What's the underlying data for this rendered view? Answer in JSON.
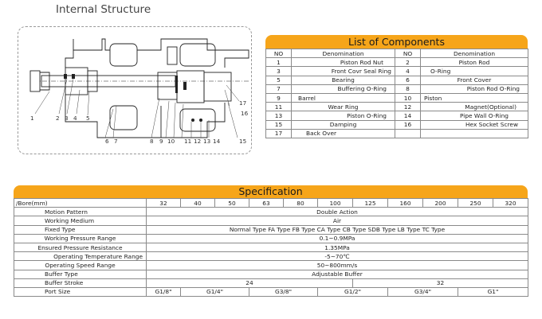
{
  "internal_title": "Internal Structure",
  "callouts": [
    "1",
    "2",
    "3",
    "4",
    "5",
    "6",
    "7",
    "8",
    "9",
    "10",
    "11",
    "12",
    "13",
    "14",
    "15",
    "16",
    "17"
  ],
  "components": {
    "title": "List of Components",
    "headers": [
      "NO",
      "Denomination",
      "NO",
      "Denomination"
    ],
    "rows": [
      [
        "1",
        "Piston Rod Nut",
        "2",
        "Piston Rod"
      ],
      [
        "3",
        "Front Covr Seal Ring",
        "4",
        "O-Ring"
      ],
      [
        "5",
        "Bearing",
        "6",
        "Front Cover"
      ],
      [
        "7",
        "Buffering O-Ring",
        "8",
        "Piston Rod O-Ring"
      ],
      [
        "9",
        "Barrel",
        "10",
        "Piston"
      ],
      [
        "11",
        "Wear Ring",
        "12",
        "Magnet(Optional)"
      ],
      [
        "13",
        "Piston O-Ring",
        "14",
        "Pipe Wall O-Ring"
      ],
      [
        "15",
        "Damping",
        "16",
        "Hex Socket Screw"
      ],
      [
        "17",
        "Back Over",
        "",
        ""
      ]
    ]
  },
  "spec": {
    "title": "Specification",
    "bore_label": "/Bore(mm)",
    "bores": [
      "32",
      "40",
      "50",
      "63",
      "80",
      "100",
      "125",
      "160",
      "200",
      "250",
      "320"
    ],
    "motion_label": "Motion Pattern",
    "motion": "Double Action",
    "medium_label": "Working Medium",
    "medium": "Air",
    "fixed_label": "Fixed Type",
    "fixed_types": [
      "Normal Type",
      "FA",
      "Type",
      "FB",
      "Type",
      "CA",
      "Type",
      "CB",
      "Type",
      "SDB",
      "Type",
      "LB",
      "Type",
      "TC",
      "Type"
    ],
    "pressure_label": "Working Pressure Range",
    "pressure": "0.1~0.9MPa",
    "ensured_label": "Ensured Pressure Resistance",
    "ensured": "1.35MPa",
    "temp_label": "Operating Temperature Range",
    "temp": "-5~70℃",
    "speed_label": "Operating Speed Range",
    "speed": "50~800mm/s",
    "buffer_type_label": "Buffer Type",
    "buffer_type": "Adjustable Buffer",
    "stroke_label": "Buffer Stroke",
    "stroke_a": "24",
    "stroke_b": "32",
    "port_label": "Port Size",
    "ports": [
      "G1/8\"",
      "G1/4\"",
      "G3/8\"",
      "G1/2\"",
      "G3/4\"",
      "G1\""
    ]
  }
}
